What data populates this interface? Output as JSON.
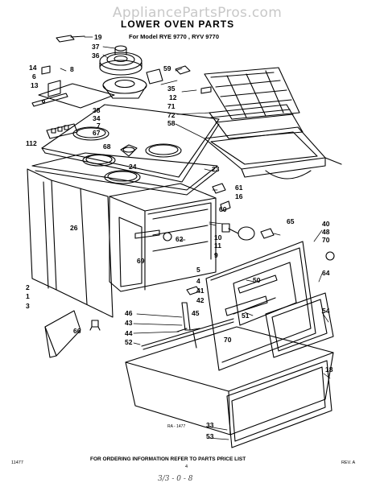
{
  "watermark": "AppliancePartsPros.com",
  "title": "LOWER OVEN PARTS",
  "subtitle": "For Model RYE 9770 , RYV 9770",
  "footer": {
    "ordering": "FOR ORDERING INFORMATION REFER TO PARTS PRICE LIST",
    "left_code": "11477",
    "page": "4",
    "right_code": "REV. A"
  },
  "drawing_ref": "RA - 1477",
  "handwritten": "3/3 - 0 - 8",
  "callouts": [
    {
      "id": "c19",
      "text": "19"
    },
    {
      "id": "c37",
      "text": "37"
    },
    {
      "id": "c36",
      "text": "36"
    },
    {
      "id": "c14",
      "text": "14"
    },
    {
      "id": "c6",
      "text": "6"
    },
    {
      "id": "c8",
      "text": "8"
    },
    {
      "id": "c13",
      "text": "13"
    },
    {
      "id": "c38",
      "text": "38"
    },
    {
      "id": "c34",
      "text": "34"
    },
    {
      "id": "c7",
      "text": "7"
    },
    {
      "id": "c67",
      "text": "67"
    },
    {
      "id": "c112",
      "text": "112"
    },
    {
      "id": "c68",
      "text": "68"
    },
    {
      "id": "c59",
      "text": "59"
    },
    {
      "id": "c35",
      "text": "35"
    },
    {
      "id": "c71",
      "text": "71"
    },
    {
      "id": "c72",
      "text": "72"
    },
    {
      "id": "c58",
      "text": "58"
    },
    {
      "id": "c12",
      "text": "12"
    },
    {
      "id": "c24",
      "text": "24"
    },
    {
      "id": "c23",
      "text": "23"
    },
    {
      "id": "c61",
      "text": "61"
    },
    {
      "id": "c16",
      "text": "16"
    },
    {
      "id": "c60",
      "text": "60"
    },
    {
      "id": "c26",
      "text": "26"
    },
    {
      "id": "c62",
      "text": "62"
    },
    {
      "id": "c65",
      "text": "65"
    },
    {
      "id": "c40",
      "text": "40"
    },
    {
      "id": "c48",
      "text": "48"
    },
    {
      "id": "c70a",
      "text": "70"
    },
    {
      "id": "c10",
      "text": "10"
    },
    {
      "id": "c11",
      "text": "11"
    },
    {
      "id": "c9",
      "text": "9"
    },
    {
      "id": "c69",
      "text": "69"
    },
    {
      "id": "c5",
      "text": "5"
    },
    {
      "id": "c4",
      "text": "4"
    },
    {
      "id": "c50",
      "text": "50"
    },
    {
      "id": "c64",
      "text": "64"
    },
    {
      "id": "c2",
      "text": "2"
    },
    {
      "id": "c1",
      "text": "1"
    },
    {
      "id": "c3",
      "text": "3"
    },
    {
      "id": "c51",
      "text": "51"
    },
    {
      "id": "c41",
      "text": "41"
    },
    {
      "id": "c42",
      "text": "42"
    },
    {
      "id": "c46",
      "text": "46"
    },
    {
      "id": "c43",
      "text": "43"
    },
    {
      "id": "c45",
      "text": "45"
    },
    {
      "id": "c44",
      "text": "44"
    },
    {
      "id": "c66",
      "text": "66"
    },
    {
      "id": "c70b",
      "text": "70"
    },
    {
      "id": "c54",
      "text": "54"
    },
    {
      "id": "c52",
      "text": "52"
    },
    {
      "id": "c18",
      "text": "18"
    },
    {
      "id": "c33",
      "text": "33"
    },
    {
      "id": "c53",
      "text": "53"
    }
  ]
}
